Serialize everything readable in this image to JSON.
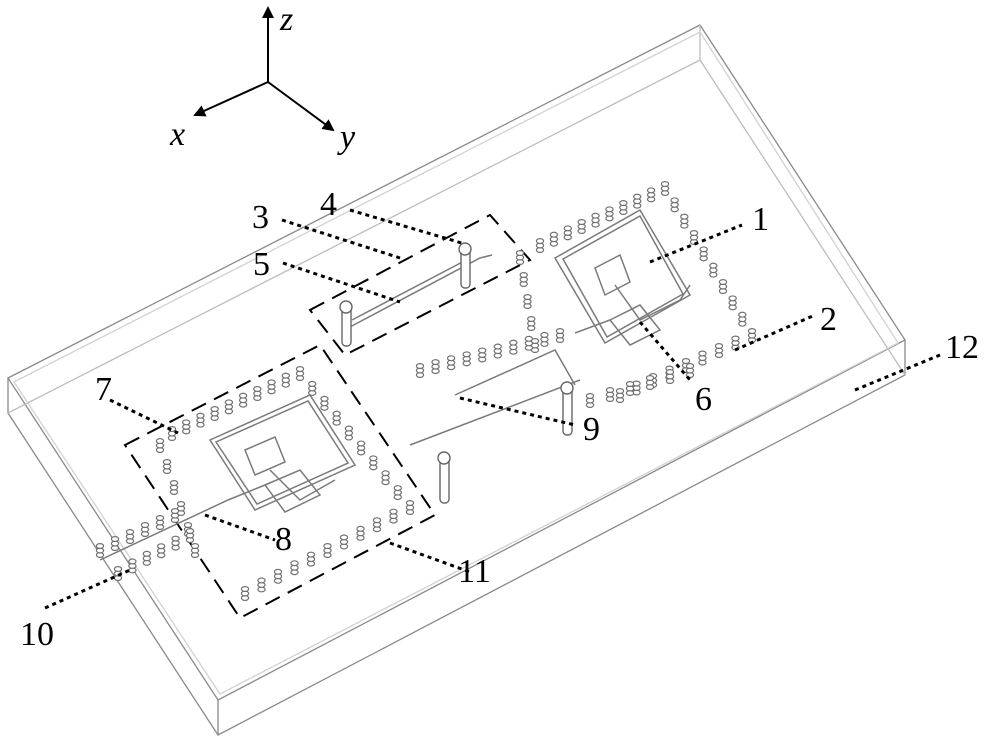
{
  "axes": {
    "z": "z",
    "x": "x",
    "y": "y"
  },
  "callouts": [
    "1",
    "2",
    "3",
    "4",
    "5",
    "6",
    "7",
    "8",
    "9",
    "10",
    "11",
    "12"
  ],
  "colors": {
    "line": "#000000",
    "structure": "#7a7a7a",
    "board": "#8a8a8a"
  }
}
